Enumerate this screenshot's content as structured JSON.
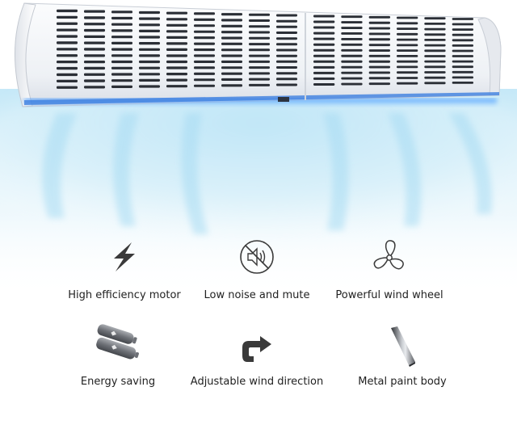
{
  "colors": {
    "mist": "#bfe6f7",
    "glow": "#4fb0ff",
    "unit_body": "#f1f3f6",
    "icon": "#3a3a3a",
    "text": "#222222"
  },
  "features": [
    {
      "label": "High efficiency motor",
      "icon": "lightning-icon"
    },
    {
      "label": "Low noise and mute",
      "icon": "mute-speaker-icon"
    },
    {
      "label": "Powerful wind wheel",
      "icon": "fan-icon"
    },
    {
      "label": "Energy saving",
      "icon": "battery-icon"
    },
    {
      "label": "Adjustable wind direction",
      "icon": "curved-arrow-icon"
    },
    {
      "label": "Metal paint body",
      "icon": "metal-bar-icon"
    }
  ]
}
